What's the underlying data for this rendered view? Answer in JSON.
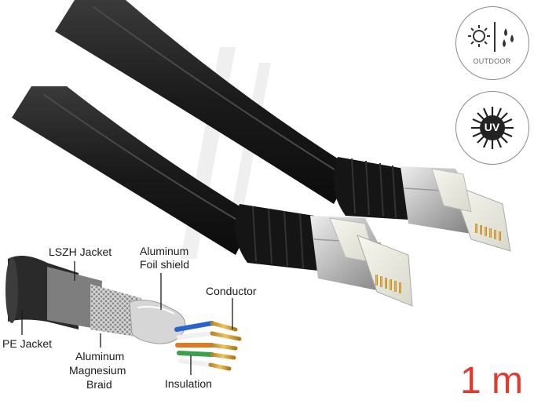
{
  "labels": {
    "lszh_jacket": "LSZH Jacket",
    "aluminum_foil_1": "Aluminum",
    "aluminum_foil_2": "Foil shield",
    "conductor": "Conductor",
    "pe_jacket": "PE Jacket",
    "braid_1": "Aluminum",
    "braid_2": "Magnesium",
    "braid_3": "Braid",
    "insulation": "Insulation"
  },
  "badges": {
    "outdoor": {
      "icon": "sun-rain-icon",
      "text": "OUTDOOR"
    },
    "uv": {
      "icon": "uv-sun-icon",
      "text": "UV"
    }
  },
  "product": {
    "length": "1 m",
    "length_color": "#e03a32",
    "cable_color": "#1c1c1c",
    "plug_color": "#c8c8c8"
  }
}
